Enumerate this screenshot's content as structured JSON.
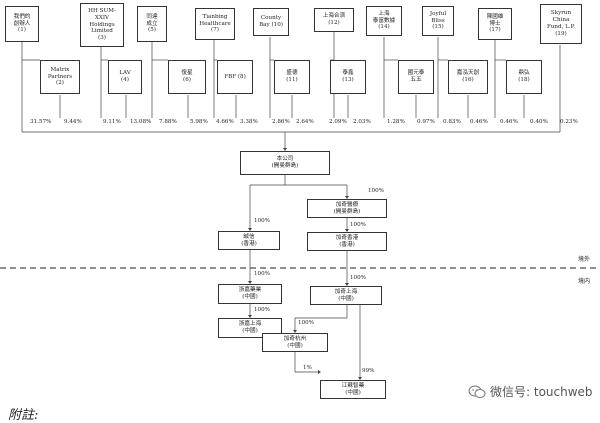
{
  "shareholders_top": [
    {
      "id": "sh1",
      "label": "我們的\n創辦人\n(1)"
    },
    {
      "id": "sh3",
      "label": "HH SUM-\nXXIV\nHoldings\nLimited\n(3)"
    },
    {
      "id": "sh5",
      "label": "同達\n成立\n(5)"
    },
    {
      "id": "sh7",
      "label": "Tianbing\nHealthcare\n(7)"
    },
    {
      "id": "sh10",
      "label": "County\nBay (10)"
    },
    {
      "id": "sh12",
      "label": "上海合濟\n(12)"
    },
    {
      "id": "sh14",
      "label": "上海\n泰富數據\n(14)"
    },
    {
      "id": "sh15",
      "label": "Joyful\nBliss\n(15)"
    },
    {
      "id": "sh17",
      "label": "陳國雄\n博士\n(17)"
    },
    {
      "id": "sh19",
      "label": "Skyrun\nChina\nFund, L.P.\n(19)"
    }
  ],
  "shareholders_bottom": [
    {
      "id": "sh2",
      "label": "Matrix\nPartners\n(2)"
    },
    {
      "id": "sh4",
      "label": "LAV\n(4)"
    },
    {
      "id": "sh6",
      "label": "復星\n(6)"
    },
    {
      "id": "sh8",
      "label": "FBF (8)"
    },
    {
      "id": "sh11",
      "label": "盛德\n(11)"
    },
    {
      "id": "sh13",
      "label": "泰鑫\n(13)"
    },
    {
      "id": "sh14b",
      "label": "國元泰\n五五"
    },
    {
      "id": "sh16",
      "label": "嘉泓天創\n(16)"
    },
    {
      "id": "sh18",
      "label": "鼎弘\n(18)"
    }
  ],
  "percentages": [
    "31.57%",
    "9.44%",
    "9.11%",
    "13.08%",
    "7.88%",
    "5.98%",
    "4.66%",
    "3.38%",
    "2.86%",
    "2.64%",
    "2.09%",
    "2.03%",
    "1.28%",
    "0.97%",
    "0.83%",
    "0.46%",
    "0.46%",
    "0.40%",
    "0.23%"
  ],
  "company": {
    "label": "本公司\n(開曼群島)"
  },
  "entities": {
    "hk_left": {
      "label": "誠信\n(香港)"
    },
    "wfoe_left": {
      "label": "浙嘉藥業\n(中國)"
    },
    "sh_left": {
      "label": "浙嘉上海\n(中國)"
    },
    "bvi_right": {
      "label": "加奇醫療\n(開曼群島)"
    },
    "hk_right": {
      "label": "加奇香港\n(香港)"
    },
    "sh_right": {
      "label": "加奇上海\n(中國)"
    },
    "hz_right": {
      "label": "加奇杭州\n(中國)"
    },
    "final": {
      "label": "江蘇智藥\n(中國)"
    }
  },
  "links_pct": {
    "company_to_bvi": "100%",
    "company_to_hk_left": "100%",
    "bvi_to_hk_right": "100%",
    "hk_left_to_wfoe": "100%",
    "hk_right_to_sh_right": "100%",
    "wfoe_to_sh_left": "100%",
    "sh_right_to_hz": "100%",
    "hz_to_final": "1%",
    "sh_right_to_final": "99%"
  },
  "regions": {
    "offshore": "境外",
    "onshore": "境内"
  },
  "watermark": {
    "text": "微信号: touchweb",
    "icon": "wechat-icon"
  },
  "footnote": "附註:"
}
